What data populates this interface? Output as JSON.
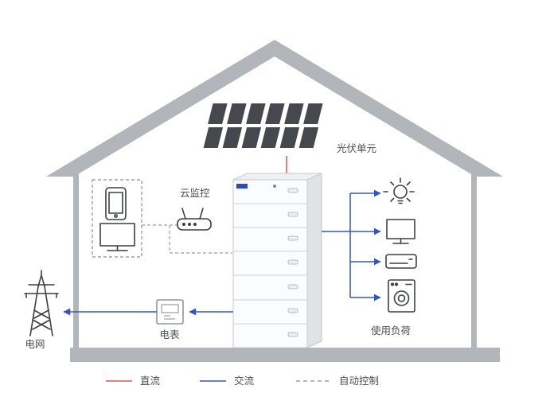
{
  "labels": {
    "pv_unit": "光伏单元",
    "cloud_monitoring": "云监控",
    "meter": "电表",
    "grid": "电网",
    "load": "使用负荷",
    "legend_dc": "直流",
    "legend_ac": "交流",
    "legend_auto": "自动控制"
  },
  "colors": {
    "dc_line": "#e0564a",
    "ac_line": "#3556b8",
    "control_line": "#9a9fa4",
    "house": "#b2b6ba",
    "solar_panel": "#45484d",
    "battery_accent": "#2f4db0"
  },
  "icons": {
    "solar_panels": "solar-panel-array",
    "battery": "battery-stack",
    "phone": "phone-icon",
    "monitor": "monitor-icon",
    "router": "router-icon",
    "meter": "meter-icon",
    "grid_tower": "grid-tower-icon",
    "bulb": "bulb-icon",
    "tv": "tv-icon",
    "air_conditioner": "ac-unit-icon",
    "washing_machine": "washer-icon"
  }
}
